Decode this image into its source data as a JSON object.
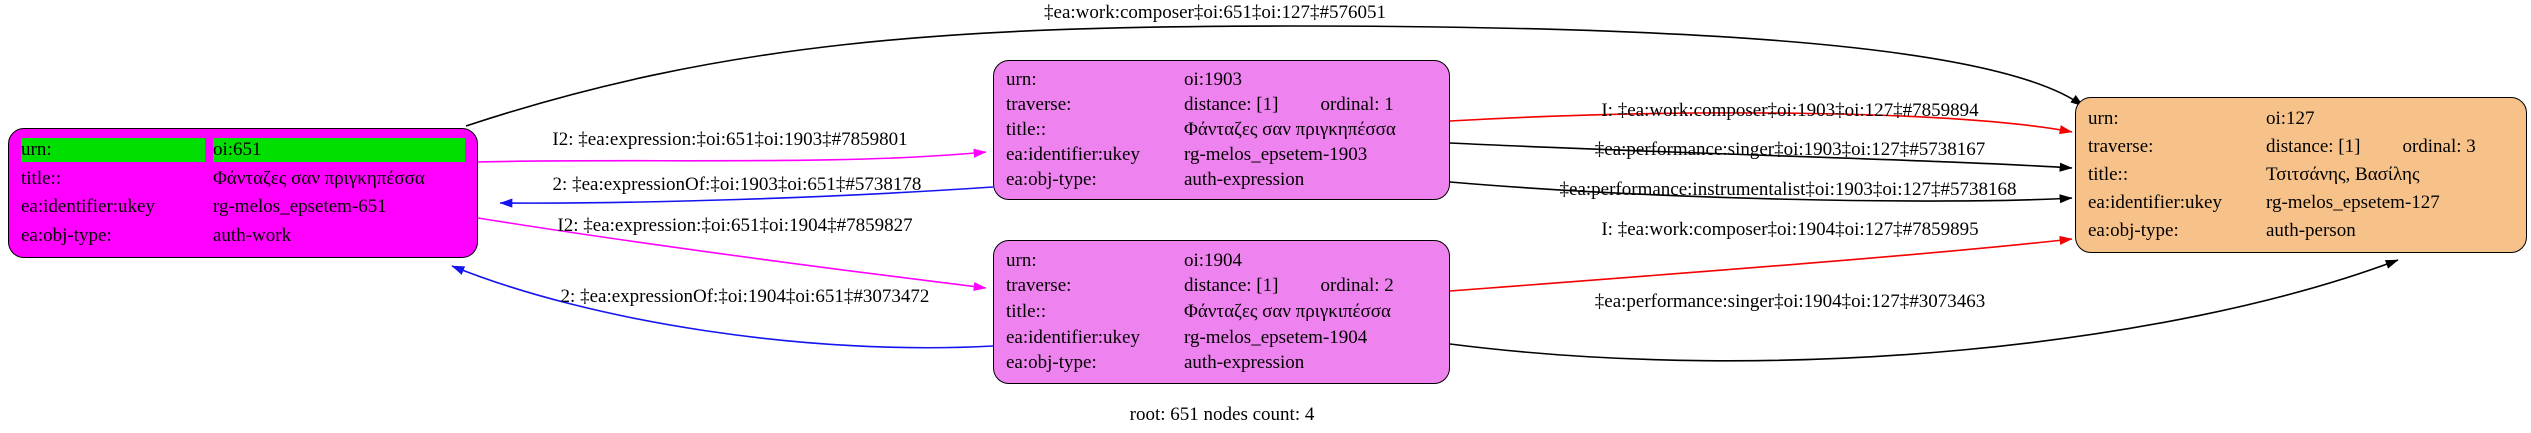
{
  "graph": {
    "caption": "root: 651 nodes count: 4",
    "colors": {
      "work_node_fill": "#ff00ff",
      "urn_row_fill": "#00df00",
      "expression_node_fill": "#ee82ee",
      "person_node_fill": "#f6c28a",
      "edge_default": "#000000",
      "edge_composer": "#f40000",
      "edge_expression": "#ff00ff",
      "edge_expression_of": "#1414f0"
    }
  },
  "nodes": {
    "n651": {
      "rows": [
        {
          "key": "urn:",
          "value": "oi:651"
        },
        {
          "key": "title::",
          "value": "Φάνταζες σαν πριγκηπέσσα"
        },
        {
          "key": "ea:identifier:ukey",
          "value": "rg-melos_epsetem-651"
        },
        {
          "key": "ea:obj-type:",
          "value": "auth-work"
        }
      ]
    },
    "n1903": {
      "rows": [
        {
          "key": "urn:",
          "value": "oi:1903"
        },
        {
          "key": "traverse:",
          "value": "distance: [1]",
          "value2": "ordinal: 1"
        },
        {
          "key": "title::",
          "value": "Φάνταζες σαν πριγκηπέσσα"
        },
        {
          "key": "ea:identifier:ukey",
          "value": "rg-melos_epsetem-1903"
        },
        {
          "key": "ea:obj-type:",
          "value": "auth-expression"
        }
      ]
    },
    "n1904": {
      "rows": [
        {
          "key": "urn:",
          "value": "oi:1904"
        },
        {
          "key": "traverse:",
          "value": "distance: [1]",
          "value2": "ordinal: 2"
        },
        {
          "key": "title::",
          "value": "Φάνταζες σαν πριγκιπέσσα"
        },
        {
          "key": "ea:identifier:ukey",
          "value": "rg-melos_epsetem-1904"
        },
        {
          "key": "ea:obj-type:",
          "value": "auth-expression"
        }
      ]
    },
    "n127": {
      "rows": [
        {
          "key": "urn:",
          "value": "oi:127"
        },
        {
          "key": "traverse:",
          "value": "distance: [1]",
          "value2": "ordinal: 3"
        },
        {
          "key": "title::",
          "value": "Τσιτσάνης, Βασίλης"
        },
        {
          "key": "ea:identifier:ukey",
          "value": "rg-melos_epsetem-127"
        },
        {
          "key": "ea:obj-type:",
          "value": "auth-person"
        }
      ]
    }
  },
  "edges": {
    "composer_651_127": {
      "label": "‡ea:work:composer‡oi:651‡oi:127‡#576051",
      "color": "#000000"
    },
    "expression_651_1903": {
      "label": "I2: ‡ea:expression:‡oi:651‡oi:1903‡#7859801",
      "color": "#ff00ff"
    },
    "expressionof_1903_651": {
      "label": "2: ‡ea:expressionOf:‡oi:1903‡oi:651‡#5738178",
      "color": "#1414f0"
    },
    "expression_651_1904": {
      "label": "I2: ‡ea:expression:‡oi:651‡oi:1904‡#7859827",
      "color": "#ff00ff"
    },
    "expressionof_1904_651": {
      "label": "2: ‡ea:expressionOf:‡oi:1904‡oi:651‡#3073472",
      "color": "#1414f0"
    },
    "composer_1903_127": {
      "label": "I: ‡ea:work:composer‡oi:1903‡oi:127‡#7859894",
      "color": "#f40000"
    },
    "singer_1903_127": {
      "label": "‡ea:performance:singer‡oi:1903‡oi:127‡#5738167",
      "color": "#000000"
    },
    "instrumentalist_1903_127": {
      "label": "‡ea:performance:instrumentalist‡oi:1903‡oi:127‡#5738168",
      "color": "#000000"
    },
    "composer_1904_127": {
      "label": "I: ‡ea:work:composer‡oi:1904‡oi:127‡#7859895",
      "color": "#f40000"
    },
    "singer_1904_127": {
      "label": "‡ea:performance:singer‡oi:1904‡oi:127‡#3073463",
      "color": "#000000"
    }
  }
}
